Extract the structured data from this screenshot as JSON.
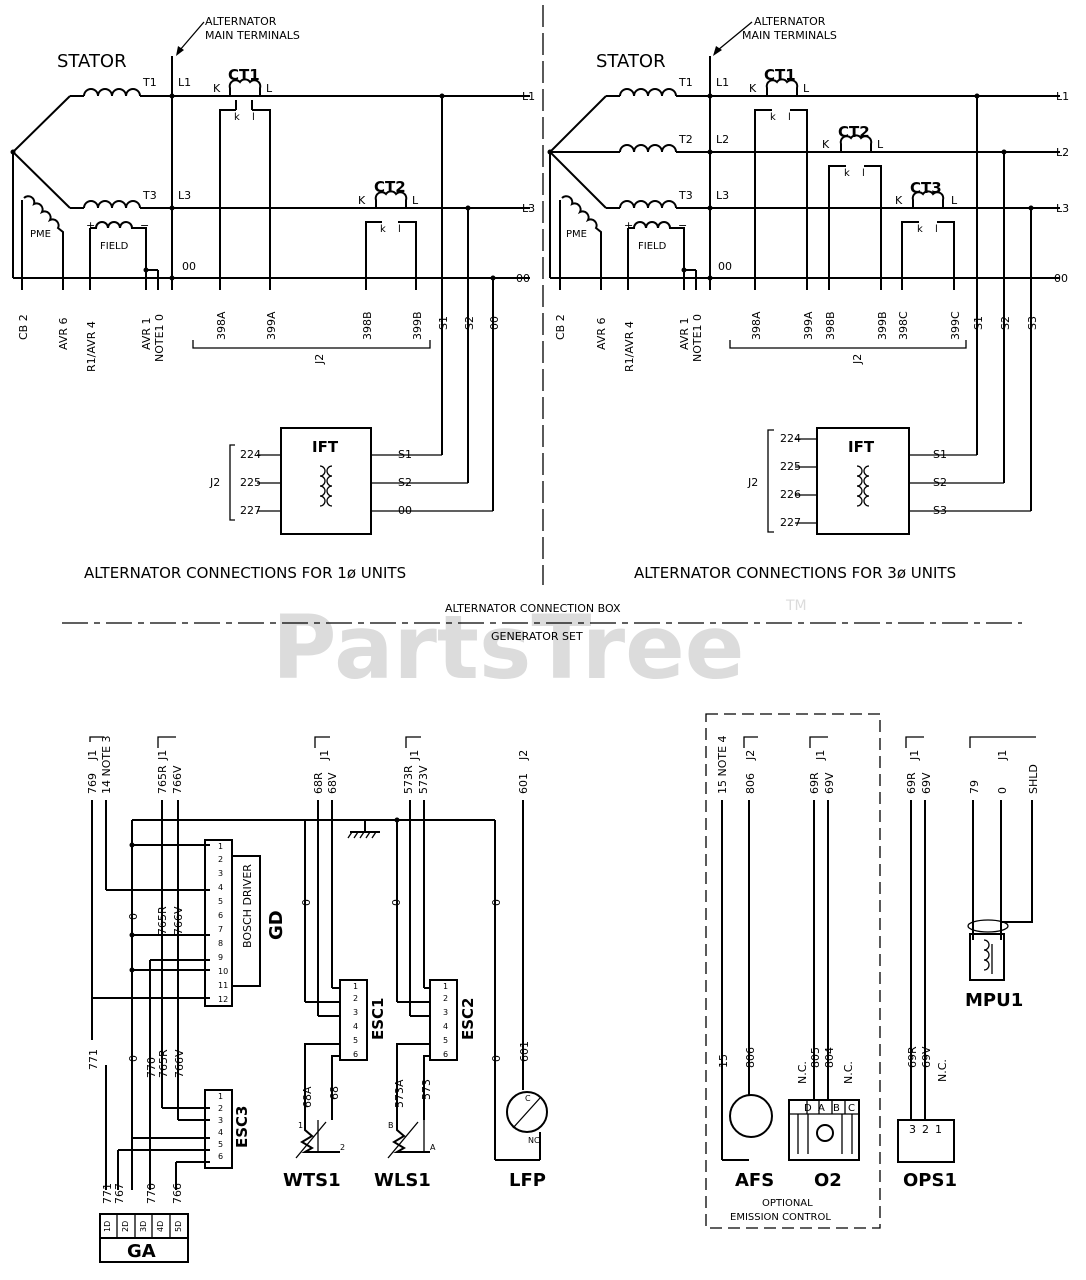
{
  "watermark": {
    "brand": "PartsTree",
    "tm": "TM"
  },
  "single_phase": {
    "stator": "STATOR",
    "terminals_title": [
      "ALTERNATOR",
      "MAIN TERMINALS"
    ],
    "t1": "T1",
    "t3": "T3",
    "l1": "L1",
    "l3": "L3",
    "o0": "00",
    "ct1": "CT1",
    "ct2": "CT2",
    "k": "K",
    "l": "L",
    "ki": "k",
    "li": "l",
    "pme": "PME",
    "field": "FIELD",
    "plus": "+",
    "minus": "−",
    "out_l1": "L1",
    "out_l3": "L3",
    "out_00": "00",
    "vlabels": [
      "CB 2",
      "AVR 6",
      "R1/AVR 4",
      "AVR 1",
      "NOTE1 0",
      "398A",
      "399A",
      "398B",
      "399B",
      "S1",
      "S2",
      "00"
    ],
    "j2": "J2",
    "ift": {
      "title": "IFT",
      "j2": "J2",
      "pins": [
        "224",
        "225",
        "227"
      ],
      "outs": [
        "S1",
        "S2",
        "00"
      ]
    },
    "caption": "ALTERNATOR CONNECTIONS FOR 1ø UNITS"
  },
  "three_phase": {
    "stator": "STATOR",
    "terminals_title": [
      "ALTERNATOR",
      "MAIN TERMINALS"
    ],
    "t1": "T1",
    "t2": "T2",
    "t3": "T3",
    "l1": "L1",
    "l2": "L2",
    "l3": "L3",
    "o0": "00",
    "ct1": "CT1",
    "ct2": "CT2",
    "ct3": "CT3",
    "k": "K",
    "l": "L",
    "ki": "k",
    "li": "l",
    "pme": "PME",
    "field": "FIELD",
    "plus": "+",
    "minus": "−",
    "out_l1": "L1",
    "out_l2": "L2",
    "out_l3": "L3",
    "out_00": "00",
    "vlabels": [
      "CB 2",
      "AVR 6",
      "R1/AVR 4",
      "AVR 1",
      "NOTE1 0",
      "398A",
      "399A",
      "398B",
      "399B",
      "398C",
      "399C",
      "S1",
      "S2",
      "S3"
    ],
    "j2": "J2",
    "ift": {
      "title": "IFT",
      "j2": "J2",
      "pins": [
        "224",
        "225",
        "226",
        "227"
      ],
      "outs": [
        "S1",
        "S2",
        "S3"
      ]
    },
    "caption": "ALTERNATOR CONNECTIONS FOR 3ø UNITS"
  },
  "divider": {
    "top": "ALTERNATOR CONNECTION BOX",
    "bottom": "GENERATOR SET"
  },
  "genset": {
    "top_labels": [
      "769",
      "J1",
      "14 NOTE 3",
      "J1",
      "765R",
      "766V",
      "J1",
      "68R",
      "68V",
      "J1",
      "573R",
      "573V",
      "J2",
      "601"
    ],
    "gd": {
      "name": "GD",
      "inner": "BOSCH DRIVER",
      "pins": [
        "1",
        "2",
        "3",
        "4",
        "5",
        "6",
        "7",
        "8",
        "9",
        "10",
        "11",
        "12"
      ]
    },
    "esc1": {
      "name": "ESC1",
      "pins": [
        "1",
        "2",
        "3",
        "4",
        "5",
        "6"
      ]
    },
    "esc2": {
      "name": "ESC2",
      "pins": [
        "1",
        "2",
        "3",
        "4",
        "5",
        "6"
      ]
    },
    "esc3": {
      "name": "ESC3",
      "pins": [
        "1",
        "2",
        "3",
        "4",
        "5",
        "6"
      ]
    },
    "mid_labels": [
      "0",
      "765R",
      "766V",
      "0",
      "0",
      "0"
    ],
    "low_labels": [
      "771",
      "0",
      "770",
      "765R",
      "766V",
      "68A",
      "68",
      "573A",
      "573",
      "0",
      "601"
    ],
    "ga": {
      "name": "GA",
      "wires": [
        "771",
        "767",
        "770",
        "766"
      ],
      "pins": [
        "1D",
        "2D",
        "3D",
        "4D",
        "5D"
      ]
    },
    "wts1": {
      "name": "WTS1",
      "p1": "1",
      "p2": "2"
    },
    "wls1": {
      "name": "WLS1",
      "p1": "B",
      "p2": "A"
    },
    "lfp": {
      "name": "LFP",
      "c": "C",
      "nc": "NC"
    }
  },
  "emission": {
    "top_labels": [
      "15 NOTE 4",
      "J2",
      "806",
      "J1",
      "69R",
      "69V"
    ],
    "low_labels": [
      "15",
      "806",
      "N.C.",
      "805",
      "804",
      "N.C."
    ],
    "afs": "AFS",
    "o2": {
      "name": "O2",
      "pins": [
        "D",
        "A",
        "B",
        "C"
      ]
    },
    "caption": [
      "OPTIONAL",
      "EMISSION CONTROL"
    ]
  },
  "ops": {
    "top_labels": [
      "J1",
      "69R",
      "69V"
    ],
    "low_labels": [
      "69R",
      "69V",
      "N.C."
    ],
    "name": "OPS1",
    "pins": [
      "3",
      "2",
      "1"
    ]
  },
  "mpu": {
    "top_labels": [
      "J1",
      "79",
      "0",
      "SHLD"
    ],
    "name": "MPU1"
  }
}
